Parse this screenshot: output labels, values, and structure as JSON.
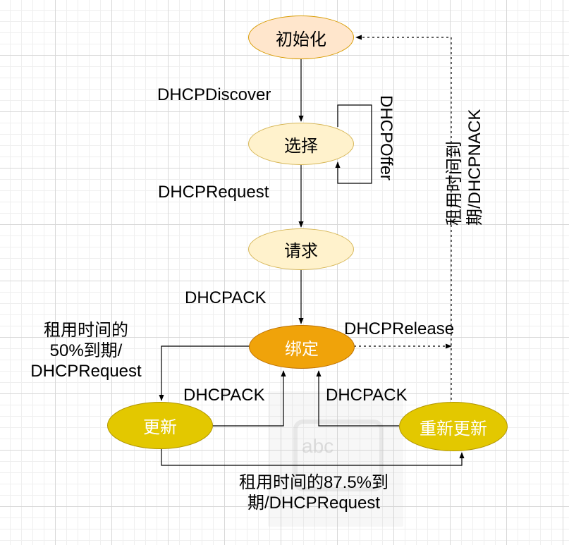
{
  "nodes": {
    "init": "初始化",
    "select": "选择",
    "request": "请求",
    "bind": "绑定",
    "renew": "更新",
    "rebind": "重新更新"
  },
  "edges": {
    "discover": "DHCPDiscover",
    "offer": "DHCPOffer",
    "request": "DHCPRequest",
    "ack": "DHCPACK",
    "release": "DHCPRelease",
    "renew_ack": "DHCPACK",
    "rebind_ack": "DHCPACK",
    "t1": [
      "租用时间的",
      "50%到期/",
      "DHCPRequest"
    ],
    "t2": [
      "租用时间的87.5%到",
      "期/DHCPRequest"
    ],
    "expire": [
      "租用时间到",
      "期/DHCPNACK"
    ]
  },
  "watermark": "abc",
  "colors": {
    "light_fill": "#fff2cc",
    "init_fill": "#ffe6cc",
    "bind_fill": "#f0a30a",
    "renew_fill": "#e3c800"
  }
}
